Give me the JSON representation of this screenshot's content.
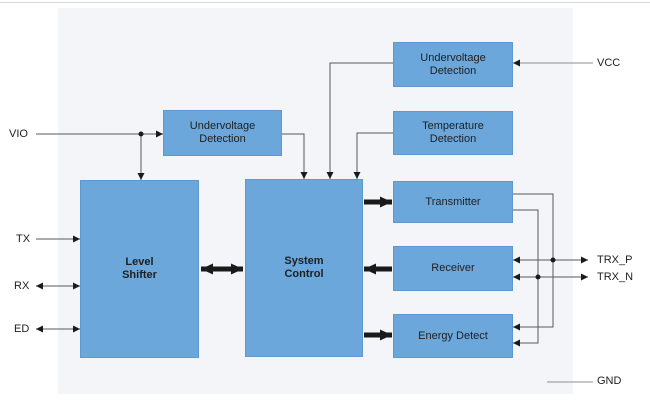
{
  "colors": {
    "page_background": "#ffffff",
    "chip_background": "#f4f5f8",
    "block_fill": "#6ba7db",
    "block_border": "#5e98cf",
    "wire": "#595959",
    "wire_light": "#8f8f8f",
    "arrow": "#1a1a1a",
    "text": "#1f1f1f",
    "top_rule": "#d9d9d9"
  },
  "blocks": {
    "undervoltage_detection_vio": {
      "label": "Undervoltage\nDetection"
    },
    "undervoltage_detection_vcc": {
      "label": "Undervoltage\nDetection"
    },
    "temperature_detection": {
      "label": "Temperature\nDetection"
    },
    "level_shifter": {
      "label": "Level\nShifter"
    },
    "system_control": {
      "label": "System\nControl"
    },
    "transmitter": {
      "label": "Transmitter"
    },
    "receiver": {
      "label": "Receiver"
    },
    "energy_detect": {
      "label": "Energy Detect"
    }
  },
  "pins": {
    "vio": {
      "label": "VIO"
    },
    "tx": {
      "label": "TX"
    },
    "rx": {
      "label": "RX"
    },
    "ed": {
      "label": "ED"
    },
    "vcc": {
      "label": "VCC"
    },
    "trx_p": {
      "label": "TRX_P"
    },
    "trx_n": {
      "label": "TRX_N"
    },
    "gnd": {
      "label": "GND"
    }
  }
}
